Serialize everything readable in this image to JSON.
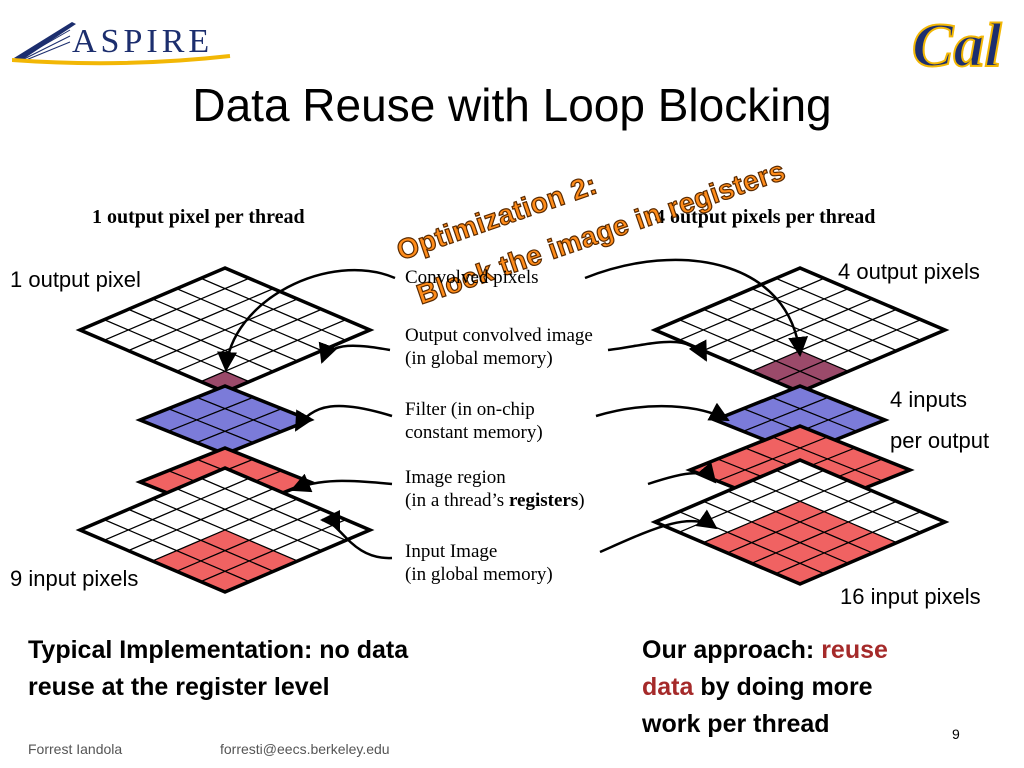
{
  "slide": {
    "title": "Data Reuse with Loop Blocking",
    "page_number": "9"
  },
  "logos": {
    "aspire": "ASPIRE",
    "cal": "Cal"
  },
  "optimization_banner": {
    "line1": "Optimization 2:",
    "line2": "Block the image in registers"
  },
  "left_panel": {
    "heading": "1 output pixel per thread",
    "top_label": "1 output pixel",
    "bottom_label": "9 input pixels"
  },
  "right_panel": {
    "heading": "4 output pixels per thread",
    "top_label": "4 output pixels",
    "middle_label_line1": "4 inputs",
    "middle_label_line2": "per output",
    "bottom_label": "16 input pixels"
  },
  "callouts": {
    "convolved": "Convolved pixels",
    "output_line1": "Output convolved image",
    "output_line2": "(in global memory)",
    "filter_line1": "Filter (in on-chip",
    "filter_line2": "constant memory)",
    "region_line1": "Image region",
    "region_line2_pre": "(in a thread’s ",
    "region_line2_bold": "registers",
    "region_line2_post": ")",
    "input_line1": "Input Image",
    "input_line2": "(in global memory)"
  },
  "captions": {
    "left_line1": "Typical Implementation: no data",
    "left_line2": "reuse at the register level",
    "right_pre": "Our approach: ",
    "right_accent1": "reuse",
    "right_accent2": "data",
    "right_mid": " by doing more",
    "right_line3": "work per thread"
  },
  "footer": {
    "author": "Forrest Iandola",
    "email": "forresti@eecs.berkeley.edu"
  },
  "colors": {
    "output_highlight": "#9b4a6a",
    "filter": "#7b7bd9",
    "image_region": "#f06262",
    "accent_text": "#a52a2a",
    "banner": "#ff8c1a",
    "cal_blue": "#1c2e6e",
    "cal_gold": "#f2b705"
  }
}
